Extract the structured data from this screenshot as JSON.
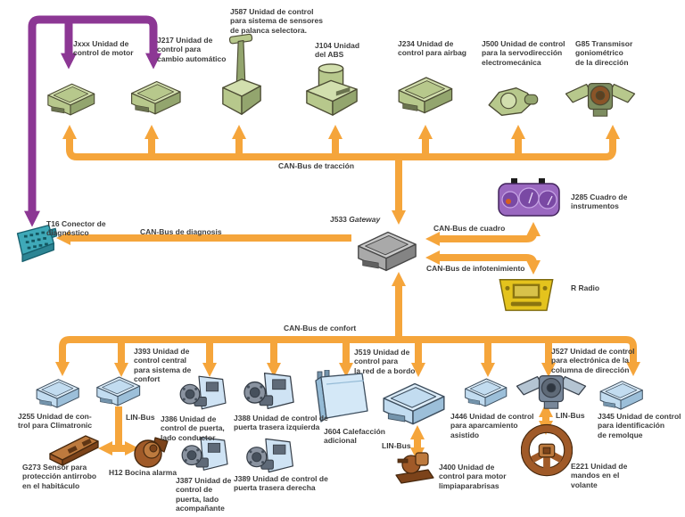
{
  "colors": {
    "bus-orange": "#F5A53B",
    "bus-purple": "#8C3794",
    "device-green": "#B7C88C",
    "device-blue": "#C2DCF0",
    "device-brown": "#A05A28",
    "connector-teal": "#3FA9B8",
    "cluster-purple": "#9A68C0",
    "radio-yellow": "#E4C31D",
    "gateway-gray": "#A9A9A9",
    "text": "#3C3C3C"
  },
  "buses": {
    "traccion": "CAN-Bus de tracción",
    "diagnosis": "CAN-Bus de diagnosis",
    "cuadro": "CAN-Bus de cuadro",
    "infotenimiento": "CAN-Bus de infotenimiento",
    "confort": "CAN-Bus de confort",
    "lin_confort": "LIN-Bus",
    "lin_bordnet": "LIN-Bus",
    "lin_columna": "LIN-Bus"
  },
  "nodes": {
    "jxxx": {
      "label": "Jxxx Unidad de\ncontrol de motor"
    },
    "j217": {
      "label": "J217 Unidad de\ncontrol para\ncambio automático"
    },
    "j587": {
      "label": "J587 Unidad de control\npara sistema de sensores\nde palanca selectora."
    },
    "j104": {
      "label": "J104 Unidad\ndel ABS"
    },
    "j234": {
      "label": "J234 Unidad de\ncontrol para airbag"
    },
    "j500": {
      "label": "J500 Unidad de control\npara la servodirección\nelectromecánica"
    },
    "g85": {
      "label": "G85 Transmisor\ngoniométrico\nde la dirección"
    },
    "t16": {
      "label": "T16 Conector de\ndiagnóstico"
    },
    "j533": {
      "label_prefix": "J533 ",
      "label_italic": "Gateway"
    },
    "j285": {
      "label": "J285 Cuadro de\ninstrumentos"
    },
    "radio": {
      "label": "R Radio"
    },
    "j255": {
      "label": "J255 Unidad de con-\ntrol para Climatronic"
    },
    "j393": {
      "label": "J393 Unidad de\ncontrol central\npara sistema de\nconfort"
    },
    "g273": {
      "label": "G273 Sensor para\nprotección antirrobo\nen el habitáculo"
    },
    "h12": {
      "label": "H12 Bocina alarma"
    },
    "j386": {
      "label": "J386 Unidad de\ncontrol de puerta,\nlado conductor"
    },
    "j387": {
      "label": "J387 Unidad de\ncontrol de\npuerta, lado\nacompañante"
    },
    "j388": {
      "label": "J388 Unidad de control de\npuerta trasera izquierda"
    },
    "j389": {
      "label": "J389 Unidad de control de\npuerta trasera derecha"
    },
    "j604": {
      "label": "J604 Calefacción\nadicional"
    },
    "j519": {
      "label": "J519 Unidad de\ncontrol para\nla red de a bordo"
    },
    "j400": {
      "label": "J400 Unidad de\ncontrol para motor\nlimpiaparabrisas"
    },
    "j446": {
      "label": "J446 Unidad de control\npara aparcamiento\nasistido"
    },
    "j527": {
      "label": "J527 Unidad de control\npara electrónica de la\ncolumna de dirección"
    },
    "e221": {
      "label": "E221 Unidad de\nmandos en el\nvolante"
    },
    "j345": {
      "label": "J345 Unidad de control\npara identificación\nde remolque"
    }
  }
}
